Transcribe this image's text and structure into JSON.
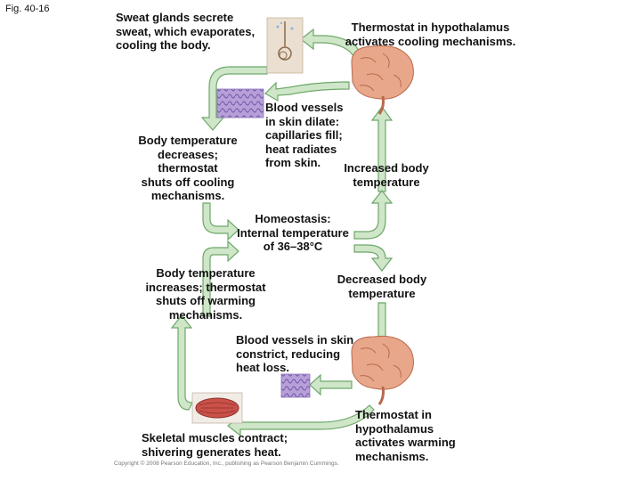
{
  "figure_label": "Fig. 40-16",
  "labels": {
    "sweat": "Sweat glands secrete\nsweat, which evaporates,\ncooling the body.",
    "thermostat_cooling": "Thermostat in hypothalamus\nactivates cooling mechanisms.",
    "vessels_dilate": "Blood vessels\nin skin dilate:\ncapillaries fill;\nheat radiates\nfrom skin.",
    "temp_decreases": "Body temperature\ndecreases;\nthermostat\nshuts off cooling\nmechanisms.",
    "increased_temp": "Increased body\ntemperature",
    "homeostasis": "Homeostasis:\nInternal temperature\nof 36–38°C",
    "temp_increases": "Body temperature\nincreases; thermostat\nshuts off warming\nmechanisms.",
    "decreased_temp": "Decreased body\ntemperature",
    "vessels_constrict": "Blood vessels in skin\nconstrict, reducing\nheat loss.",
    "muscles": "Skeletal muscles contract;\nshivering generates heat.",
    "thermostat_warming": "Thermostat in\nhypothalamus\nactivates warming\nmechanisms."
  },
  "copyright": "Copyright © 2008 Pearson Education, Inc., publishing as Pearson Benjamin Cummings.",
  "colors": {
    "arrow_fill": "#cfe6c9",
    "arrow_stroke": "#6ea86a",
    "brain": "#e8a78a",
    "brain_fold": "#b86a4c",
    "tissue": "#b7a0d8",
    "muscle": "#c9514a"
  }
}
